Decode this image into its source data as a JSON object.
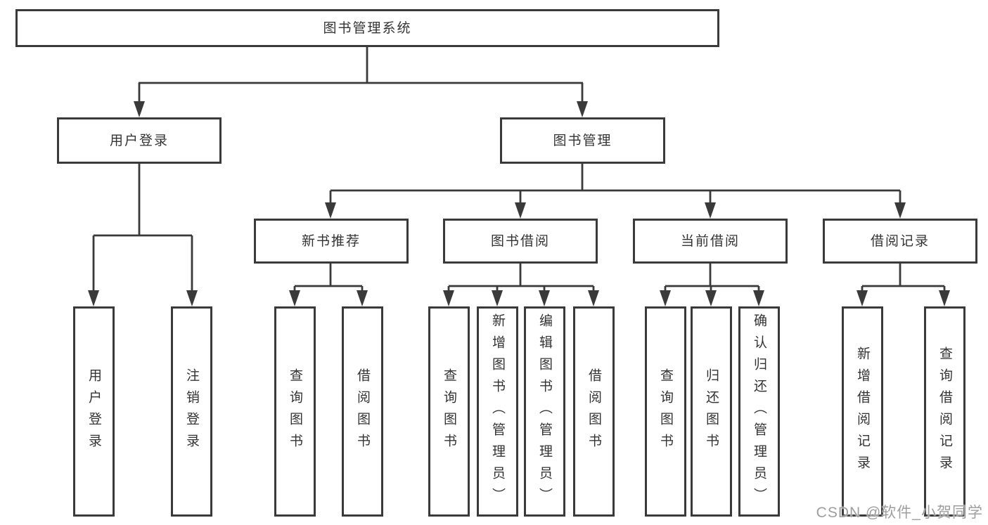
{
  "diagram": {
    "type": "tree",
    "orientation": "top-down",
    "tree": {
      "label": "图书管理系统",
      "children": [
        {
          "label": "用户登录",
          "children": [
            {
              "label": "用户登录"
            },
            {
              "label": "注销登录"
            }
          ]
        },
        {
          "label": "图书管理",
          "children": [
            {
              "label": "新书推荐",
              "children": [
                {
                  "label": "查询图书"
                },
                {
                  "label": "借阅图书"
                }
              ]
            },
            {
              "label": "图书借阅",
              "children": [
                {
                  "label": "查询图书"
                },
                {
                  "label": "新增图书（管理员）"
                },
                {
                  "label": "编辑图书（管理员）"
                },
                {
                  "label": "借阅图书"
                }
              ]
            },
            {
              "label": "当前借阅",
              "children": [
                {
                  "label": "查询图书"
                },
                {
                  "label": "归还图书"
                },
                {
                  "label": "确认归还（管理员）"
                }
              ]
            },
            {
              "label": "借阅记录",
              "children": [
                {
                  "label": "新增借阅记录"
                },
                {
                  "label": "查询借阅记录"
                }
              ]
            }
          ]
        }
      ]
    },
    "colors": {
      "line": "#3a3a3a",
      "box_border": "#3a3a3a",
      "box_background": "#ffffff",
      "label_text": "#333333",
      "watermark_text": "#9e9e9e"
    }
  },
  "watermark": "CSDN @软件_小贺同学"
}
